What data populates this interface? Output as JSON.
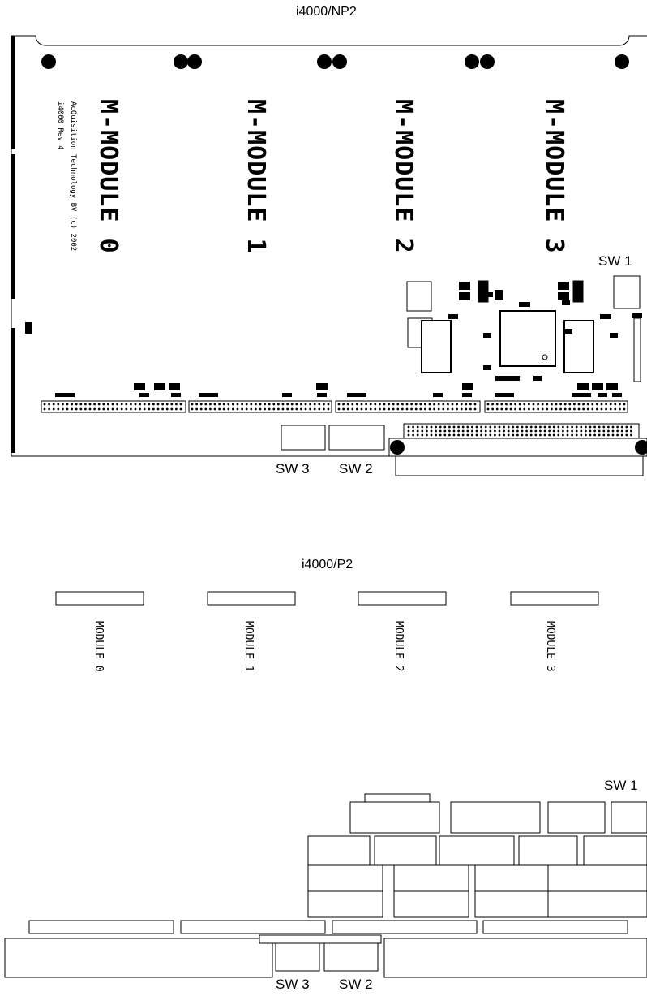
{
  "board_np2": {
    "title": "i4000/NP2",
    "modules": [
      "M-MODULE 0",
      "M-MODULE 1",
      "M-MODULE 2",
      "M-MODULE 3"
    ],
    "credit_line1": "AcQuisition Technology BV (c) 2002",
    "credit_line2": "i4000 Rev 4",
    "switches": [
      "SW 1",
      "SW 2",
      "SW 3"
    ]
  },
  "board_p2": {
    "title": "i4000/P2",
    "modules": [
      "MODULE 0",
      "MODULE 1",
      "MODULE 2",
      "MODULE 3"
    ]
  },
  "board_bottom": {
    "switches": [
      "SW 1",
      "SW 2",
      "SW 3"
    ]
  }
}
